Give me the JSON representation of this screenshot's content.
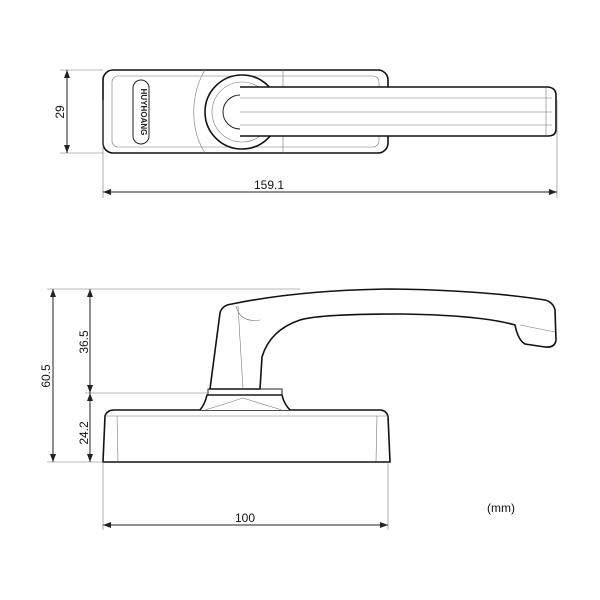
{
  "top_view": {
    "height_dim": "29",
    "length_dim": "159.1",
    "logo_text": "HUYHOANG"
  },
  "side_view": {
    "total_height_dim": "60.5",
    "handle_height_dim": "36.5",
    "base_height_dim": "24.2",
    "base_width_dim": "100"
  },
  "unit_label": "(mm)"
}
